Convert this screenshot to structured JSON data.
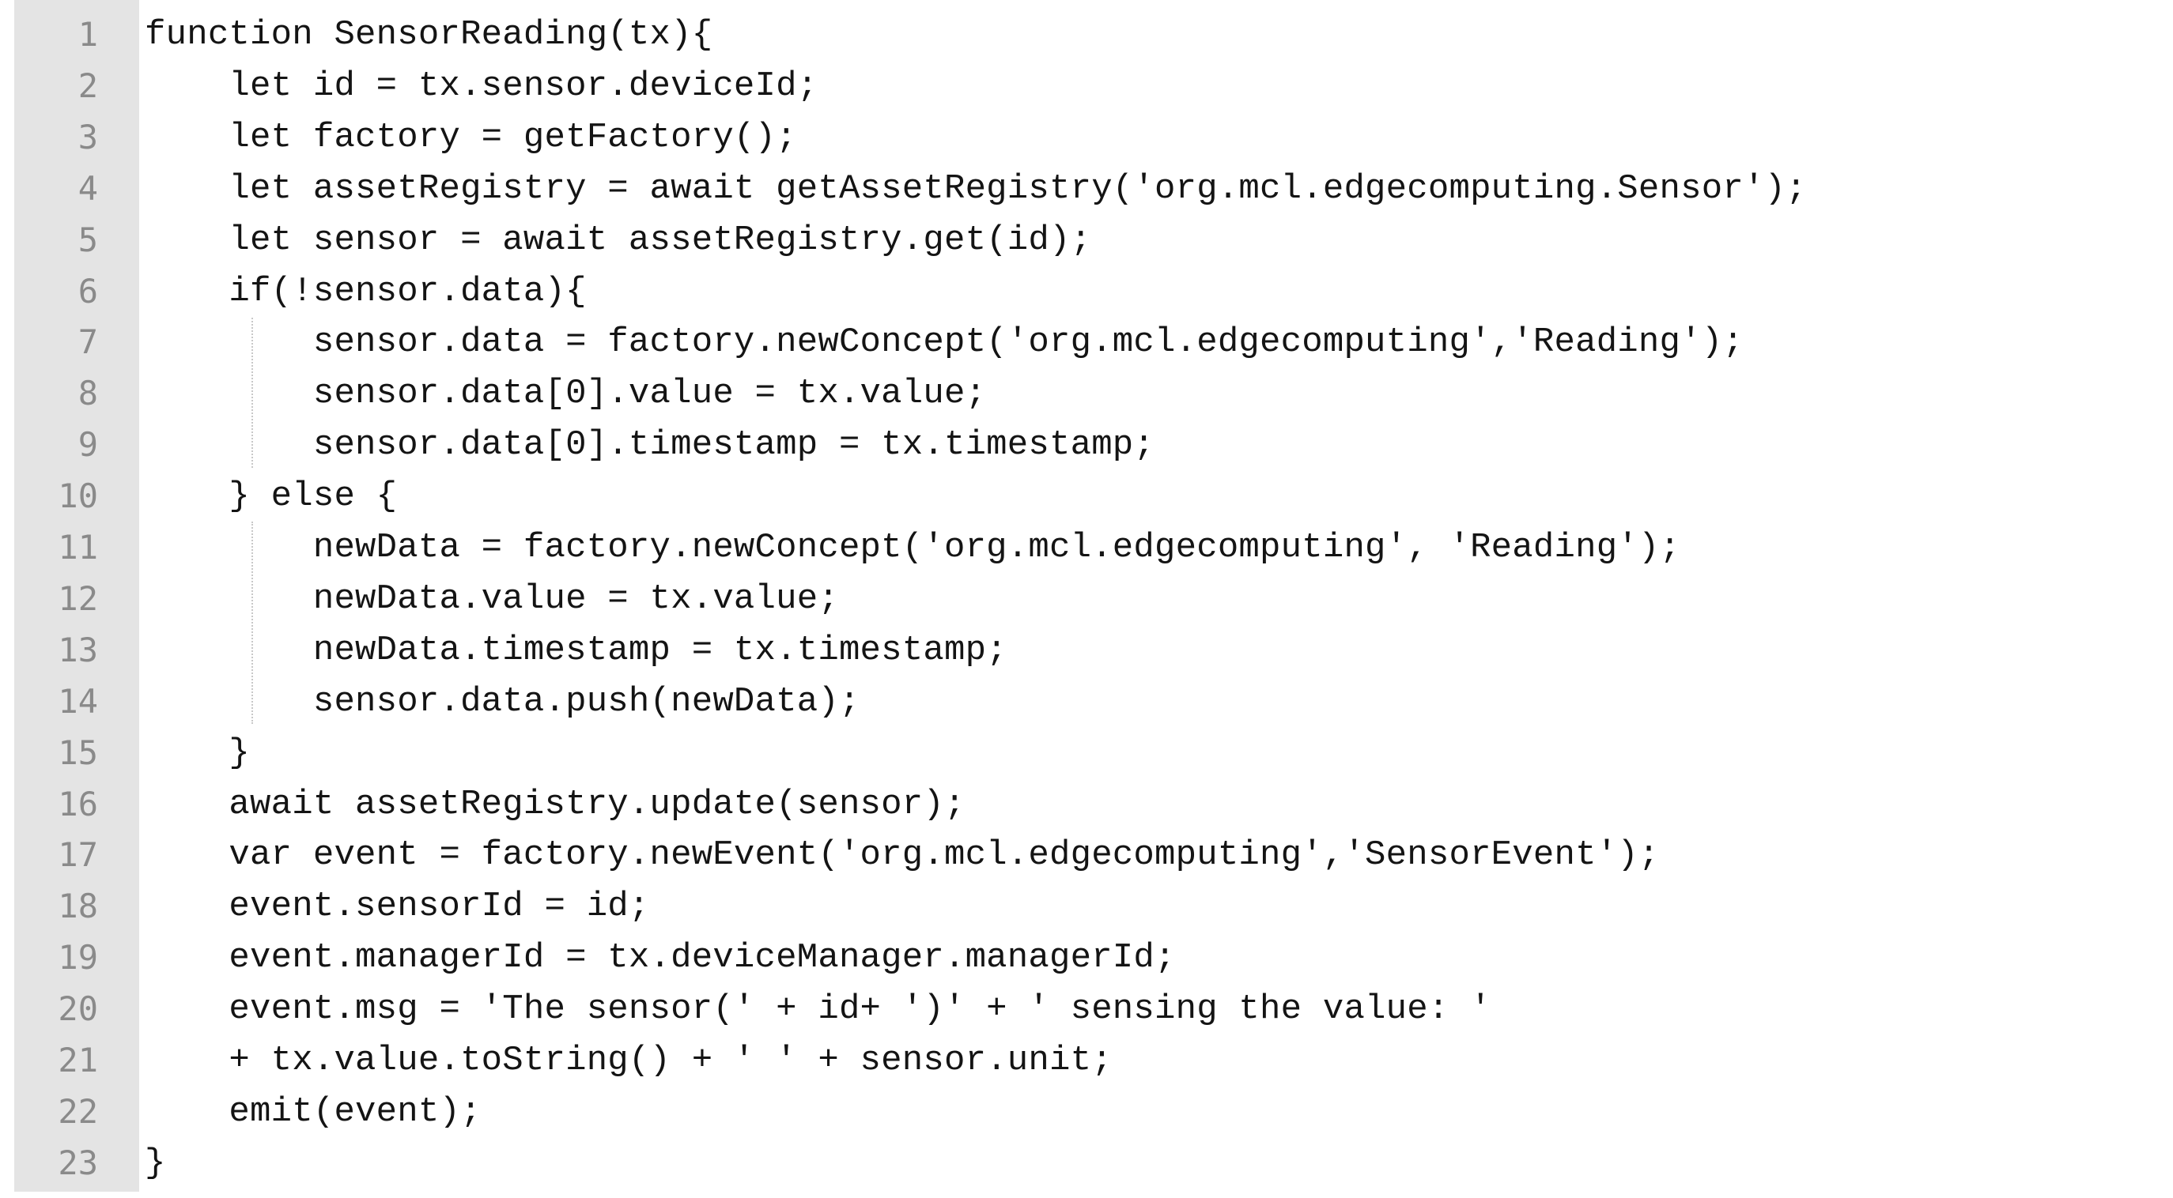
{
  "editor": {
    "lines": [
      {
        "num": "1",
        "text": "function SensorReading(tx){"
      },
      {
        "num": "2",
        "text": "    let id = tx.sensor.deviceId;"
      },
      {
        "num": "3",
        "text": "    let factory = getFactory();"
      },
      {
        "num": "4",
        "text": "    let assetRegistry = await getAssetRegistry('org.mcl.edgecomputing.Sensor');"
      },
      {
        "num": "5",
        "text": "    let sensor = await assetRegistry.get(id);"
      },
      {
        "num": "6",
        "text": "    if(!sensor.data){"
      },
      {
        "num": "7",
        "text": "        sensor.data = factory.newConcept('org.mcl.edgecomputing','Reading');"
      },
      {
        "num": "8",
        "text": "        sensor.data[0].value = tx.value;"
      },
      {
        "num": "9",
        "text": "        sensor.data[0].timestamp = tx.timestamp;"
      },
      {
        "num": "10",
        "text": "    } else {"
      },
      {
        "num": "11",
        "text": "        newData = factory.newConcept('org.mcl.edgecomputing', 'Reading');"
      },
      {
        "num": "12",
        "text": "        newData.value = tx.value;"
      },
      {
        "num": "13",
        "text": "        newData.timestamp = tx.timestamp;"
      },
      {
        "num": "14",
        "text": "        sensor.data.push(newData);"
      },
      {
        "num": "15",
        "text": "    }"
      },
      {
        "num": "16",
        "text": "    await assetRegistry.update(sensor);"
      },
      {
        "num": "17",
        "text": "    var event = factory.newEvent('org.mcl.edgecomputing','SensorEvent');"
      },
      {
        "num": "18",
        "text": "    event.sensorId = id;"
      },
      {
        "num": "19",
        "text": "    event.managerId = tx.deviceManager.managerId;"
      },
      {
        "num": "20",
        "text": "    event.msg = 'The sensor(' + id+ ')' + ' sensing the value: '"
      },
      {
        "num": "21",
        "text": "    + tx.value.toString() + ' ' + sensor.unit;"
      },
      {
        "num": "22",
        "text": "    emit(event);"
      },
      {
        "num": "23",
        "text": "}"
      }
    ]
  }
}
